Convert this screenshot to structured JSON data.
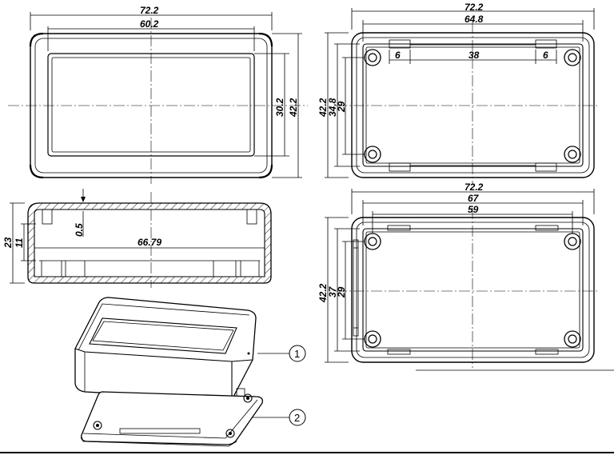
{
  "top_view": {
    "width_outer": "72.2",
    "width_inner": "60.2",
    "height_inner": "30.2",
    "height_outer": "42.2"
  },
  "bottom_view_upper": {
    "width_outer": "72.2",
    "width_inner": "64.8",
    "gap_left": "6",
    "gap_center": "38",
    "gap_right": "6",
    "height_outer": "42.2",
    "height_mid": "34.8",
    "height_inner": "29"
  },
  "section_view": {
    "height_total": "23",
    "height_inner": "11",
    "wall": "0.5",
    "inner_length": "66.79"
  },
  "bottom_view_lower": {
    "width_outer": "72.2",
    "width_mid": "67",
    "width_inner": "59",
    "height_outer": "42.2",
    "height_mid": "37",
    "height_inner": "29"
  },
  "callouts": {
    "part_1": "1",
    "part_2": "2"
  }
}
